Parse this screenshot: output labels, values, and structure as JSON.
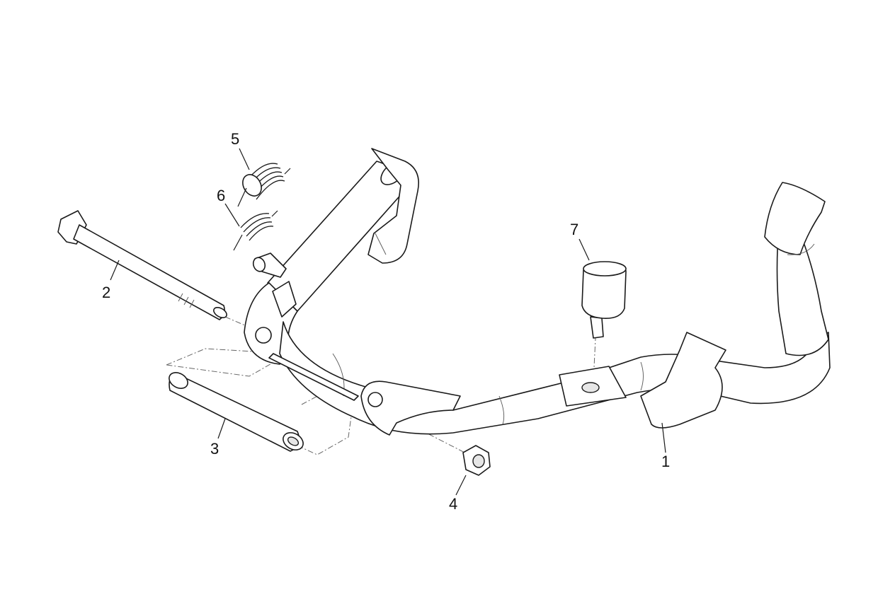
{
  "diagram": {
    "type": "exploded-parts-view",
    "callouts": {
      "p1": "1",
      "p2": "2",
      "p3": "3",
      "p4": "4",
      "p5": "5",
      "p6": "6",
      "p7": "7"
    }
  }
}
